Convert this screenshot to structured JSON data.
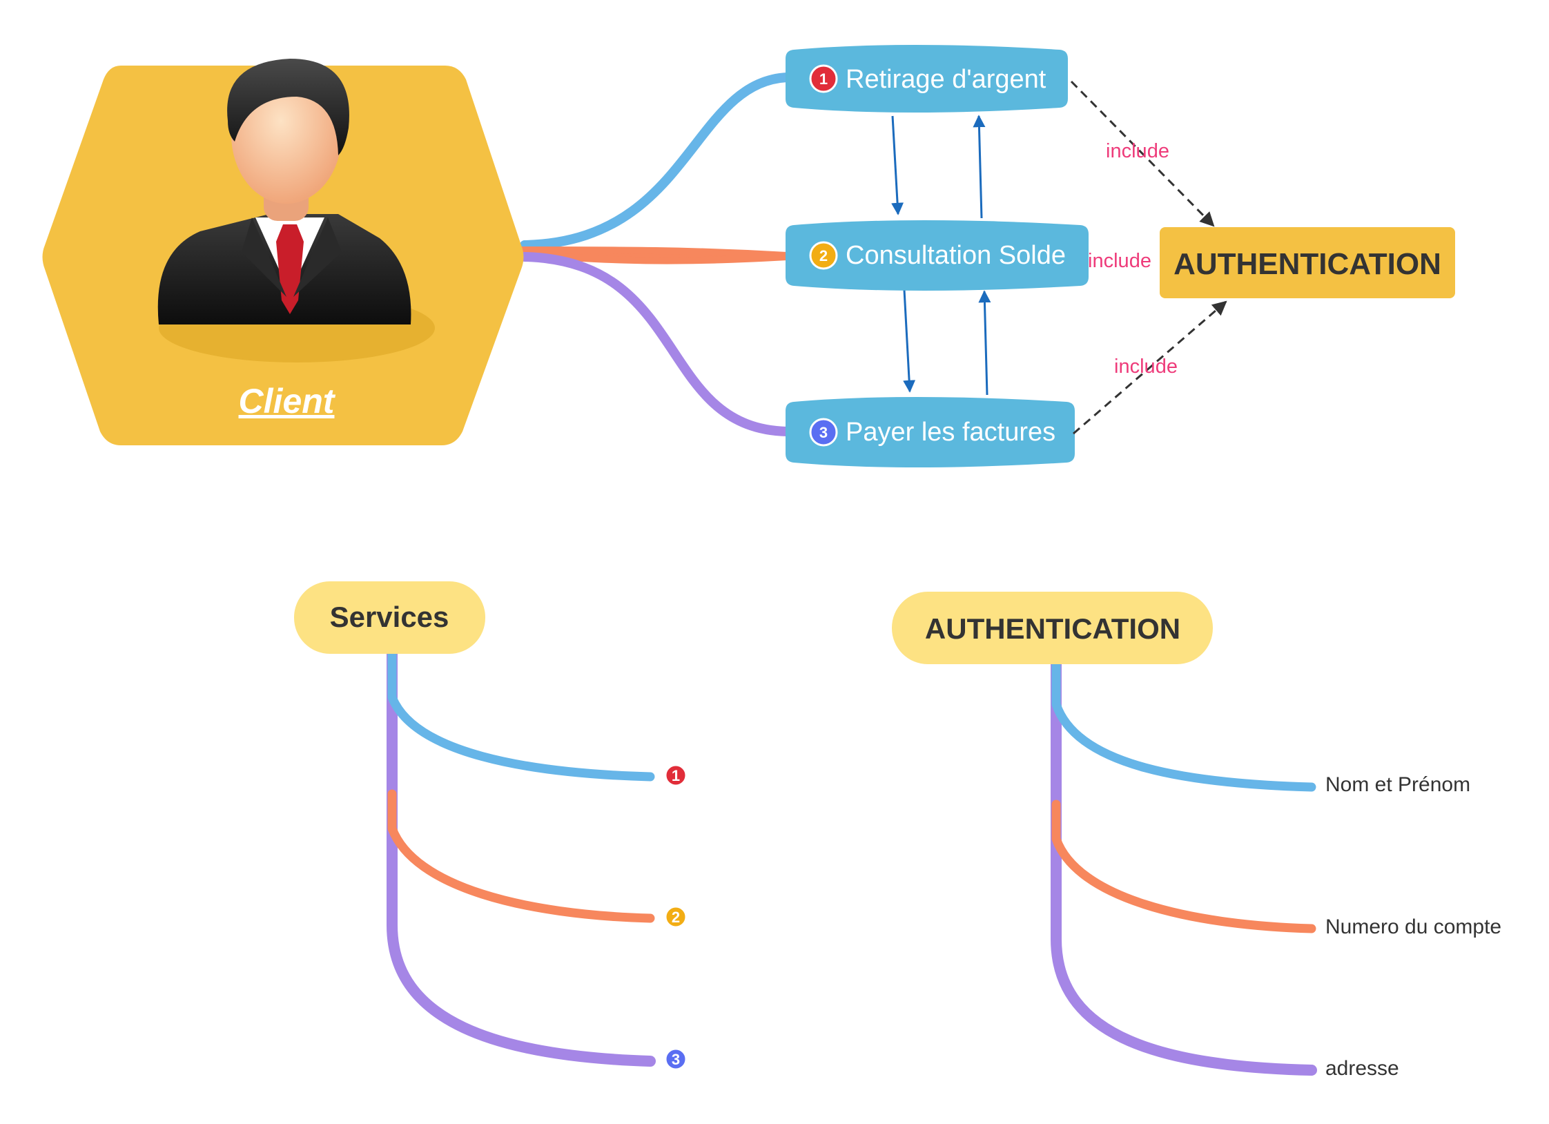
{
  "colors": {
    "hexagon": "#f4c143",
    "topic_fill": "#5bb8dd",
    "auth_fill": "#f4c143",
    "central_fill": "#fde283",
    "branch_blue": "#66b5e8",
    "branch_orange": "#f7875d",
    "branch_purple": "#a586e6",
    "include_text": "#ee3b7a",
    "flow_arrow": "#1b6bbd",
    "badge_1": "#e12d39",
    "badge_2": "#f2ad14",
    "badge_3": "#5a6ef2"
  },
  "actor": {
    "label": "Client",
    "icon": "businessman-icon"
  },
  "use_cases": [
    {
      "badge": "1",
      "label": "Retirage d'argent"
    },
    {
      "badge": "2",
      "label": "Consultation Solde"
    },
    {
      "badge": "3",
      "label": "Payer les factures"
    }
  ],
  "auth_box": {
    "label": "AUTHENTICATION"
  },
  "include_labels": [
    "include",
    "include",
    "include"
  ],
  "services_map": {
    "title": "Services",
    "badges": [
      "1",
      "2",
      "3"
    ]
  },
  "auth_map": {
    "title": "AUTHENTICATION",
    "fields": [
      "Nom et Prénom",
      "Numero du compte",
      "adresse"
    ]
  }
}
